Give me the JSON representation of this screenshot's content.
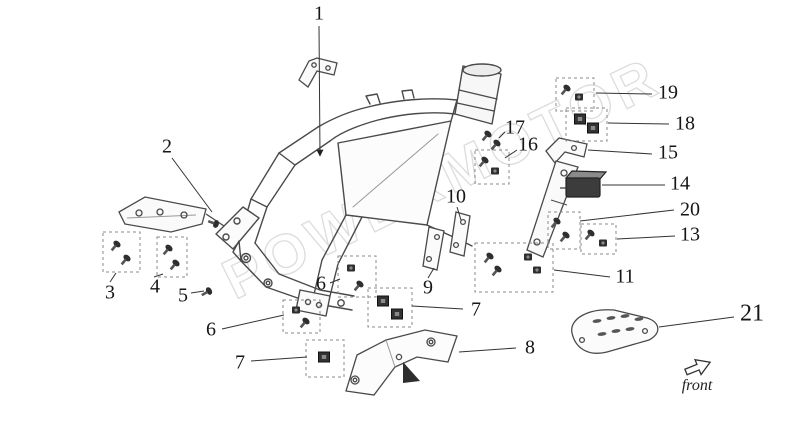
{
  "diagram": {
    "watermark": "POWERMOTOR",
    "front_label": "front",
    "colors": {
      "ink": "#4a4a4a",
      "background": "#ffffff",
      "watermark": "#d8d8d8"
    },
    "callouts": [
      {
        "label": "1"
      },
      {
        "label": "2"
      },
      {
        "label": "3"
      },
      {
        "label": "4"
      },
      {
        "label": "5"
      },
      {
        "label": "6"
      },
      {
        "label": "6"
      },
      {
        "label": "7"
      },
      {
        "label": "7"
      },
      {
        "label": "8"
      },
      {
        "label": "9"
      },
      {
        "label": "10"
      },
      {
        "label": "11"
      },
      {
        "label": "13"
      },
      {
        "label": "14"
      },
      {
        "label": "15"
      },
      {
        "label": "16"
      },
      {
        "label": "17"
      },
      {
        "label": "18"
      },
      {
        "label": "19"
      },
      {
        "label": "20"
      },
      {
        "label": "21"
      }
    ]
  }
}
